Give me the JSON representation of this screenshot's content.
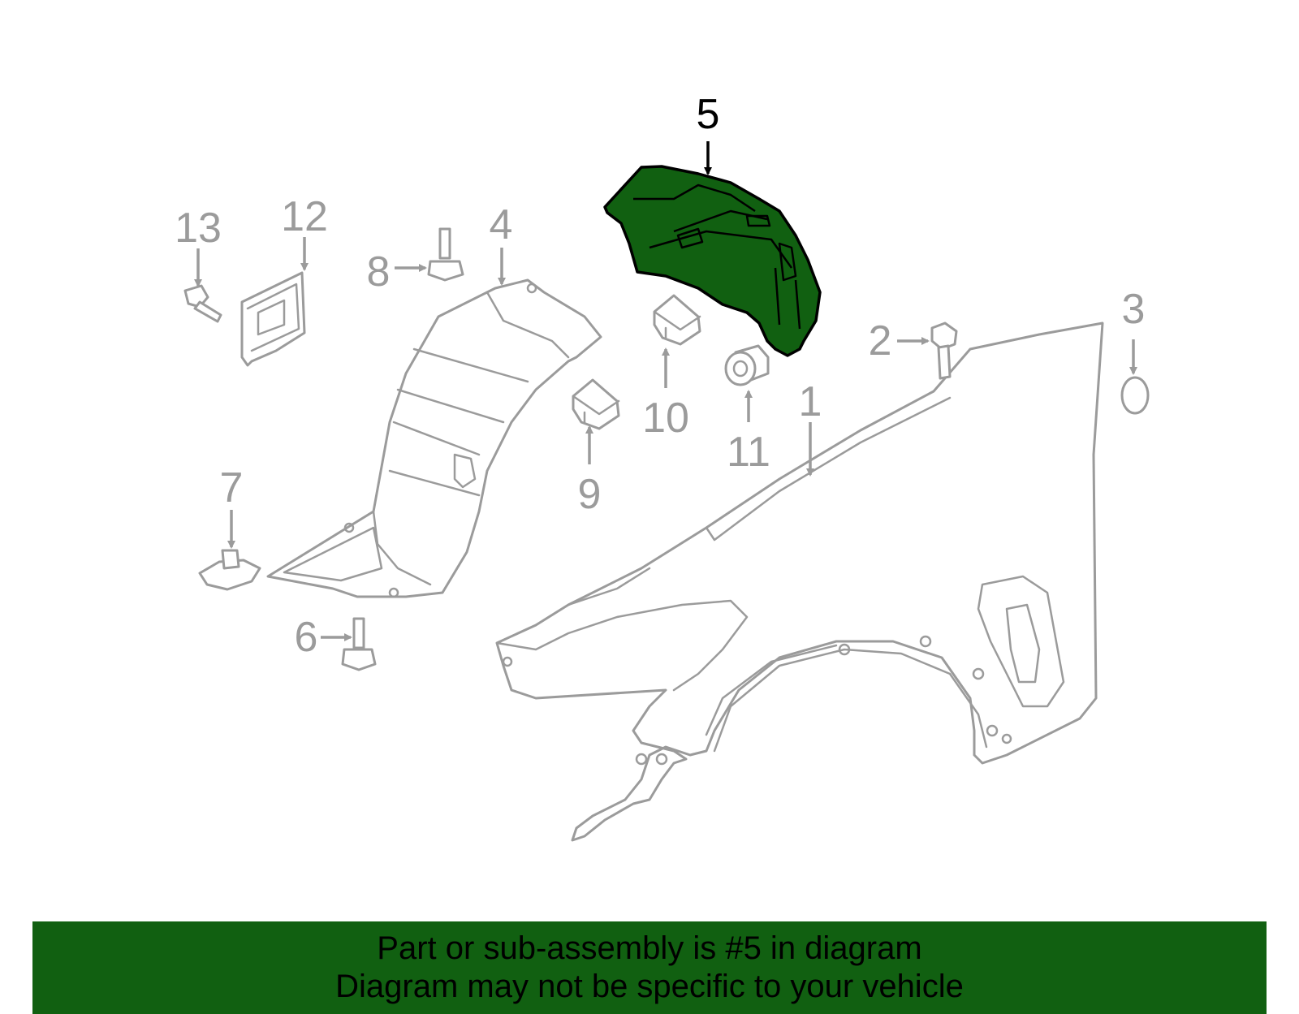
{
  "diagram": {
    "highlighted_part": "5",
    "highlight_color": "#116011",
    "line_color": "#9b9b9b",
    "callouts": {
      "c1": "1",
      "c2": "2",
      "c3": "3",
      "c4": "4",
      "c5": "5",
      "c6": "6",
      "c7": "7",
      "c8": "8",
      "c9": "9",
      "c10": "10",
      "c11": "11",
      "c12": "12",
      "c13": "13"
    }
  },
  "banner": {
    "line1": "Part or sub-assembly is #5 in diagram",
    "line2": "Diagram may not be specific to your vehicle",
    "background": "#116011"
  }
}
